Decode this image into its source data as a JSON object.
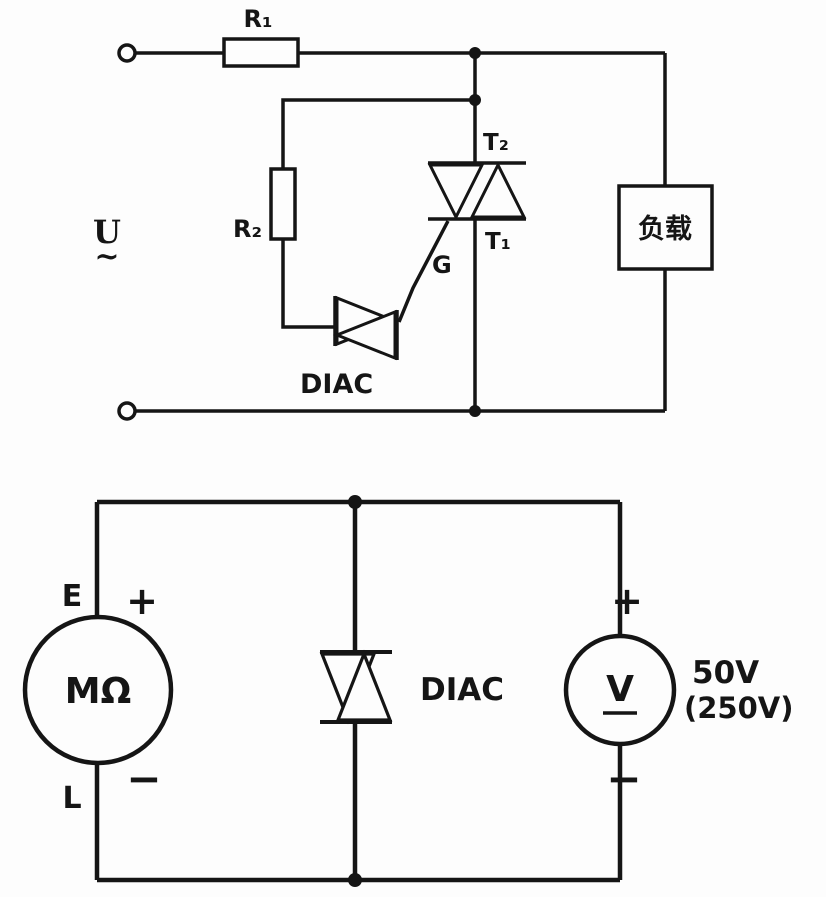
{
  "figure": {
    "background": "#fdfdfd",
    "ink": "#151515",
    "description": "Two circuit schematics: a triac-diac phase-control dimmer circuit (top) and a diac test circuit with megohmmeter and voltmeter (bottom)"
  },
  "top_circuit": {
    "source": {
      "label": "U",
      "tilde": "~"
    },
    "r1": {
      "label": "R₁"
    },
    "r2": {
      "label": "R₂"
    },
    "triac": {
      "t2": "T₂",
      "t1": "T₁",
      "gate": "G"
    },
    "diac": {
      "label": "DIAC"
    },
    "load": {
      "label": "负载"
    }
  },
  "bottom_circuit": {
    "megohmmeter": {
      "label": "MΩ",
      "terminal_top": "E",
      "terminal_bottom": "L",
      "plus": "+",
      "minus": "−"
    },
    "diac": {
      "label": "DIAC"
    },
    "voltmeter": {
      "label": "V",
      "plus": "+",
      "minus": "−",
      "range_primary": "50V",
      "range_secondary": "(250V)"
    }
  }
}
